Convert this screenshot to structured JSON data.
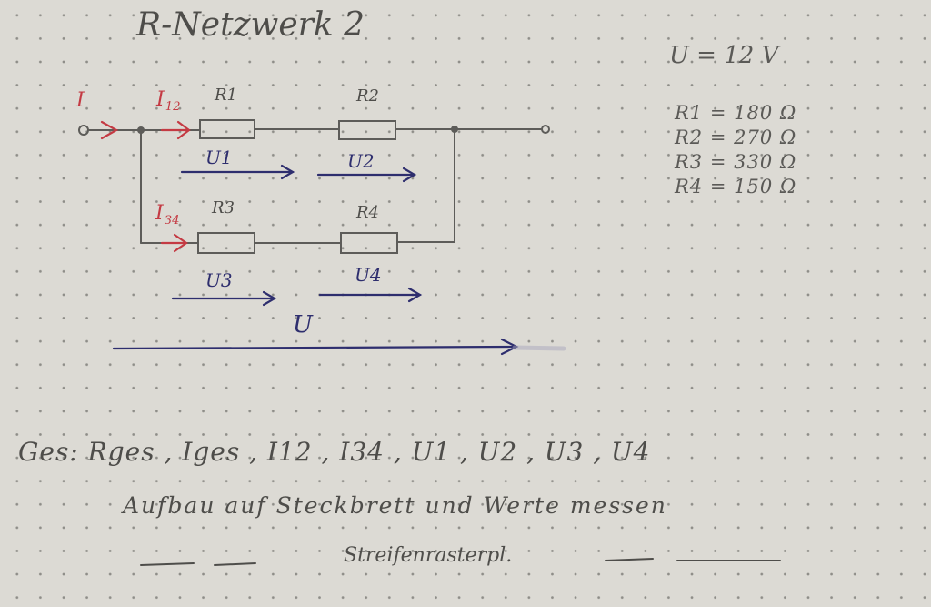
{
  "title": "R-Netzwerk 2",
  "diagram": {
    "labels": {
      "I": "I",
      "I12_main": "I",
      "I12_sub": "12",
      "I34_main": "I",
      "I34_sub": "34",
      "R1": "R1",
      "R2": "R2",
      "R3": "R3",
      "R4": "R4",
      "U1": "U1",
      "U2": "U2",
      "U3": "U3",
      "U4": "U4",
      "U": "U"
    },
    "colors": {
      "ink": "#4e4d4a",
      "current_red": "#c43a43",
      "voltage_blue": "#2e2e6e"
    }
  },
  "values": {
    "U": "U = 12 V",
    "R1": "R1 = 180 Ω",
    "R2": "R2 = 270 Ω",
    "R3": "R3 = 330 Ω",
    "R4": "R4 = 150 Ω"
  },
  "task": {
    "line1": "Ges: Rges , Iges , I12 , I34 , U1 , U2 , U3 , U4",
    "line2": "Aufbau auf Steckbrett und Werte messen",
    "line3": "Streifenrasterpl."
  }
}
